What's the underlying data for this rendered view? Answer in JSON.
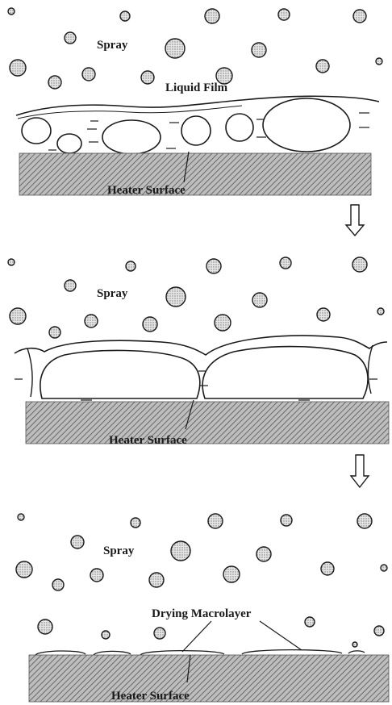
{
  "figure": {
    "panels": [
      {
        "id": "stage-1",
        "labels": {
          "spray": "Spray",
          "film": "Liquid Film",
          "surface": "Heater Surface"
        }
      },
      {
        "id": "stage-2",
        "labels": {
          "spray": "Spray",
          "surface": "Heater Surface"
        }
      },
      {
        "id": "stage-3",
        "labels": {
          "spray": "Spray",
          "macrolayer": "Drying Macrolayer",
          "surface": "Heater Surface"
        }
      }
    ],
    "arrows": [
      "down-arrow",
      "down-arrow"
    ],
    "colors": {
      "ink": "#1a1a1a",
      "droplet_fill": "#cfcfcf",
      "surface_fill": "#b5b5b5",
      "background": "#ffffff"
    }
  }
}
